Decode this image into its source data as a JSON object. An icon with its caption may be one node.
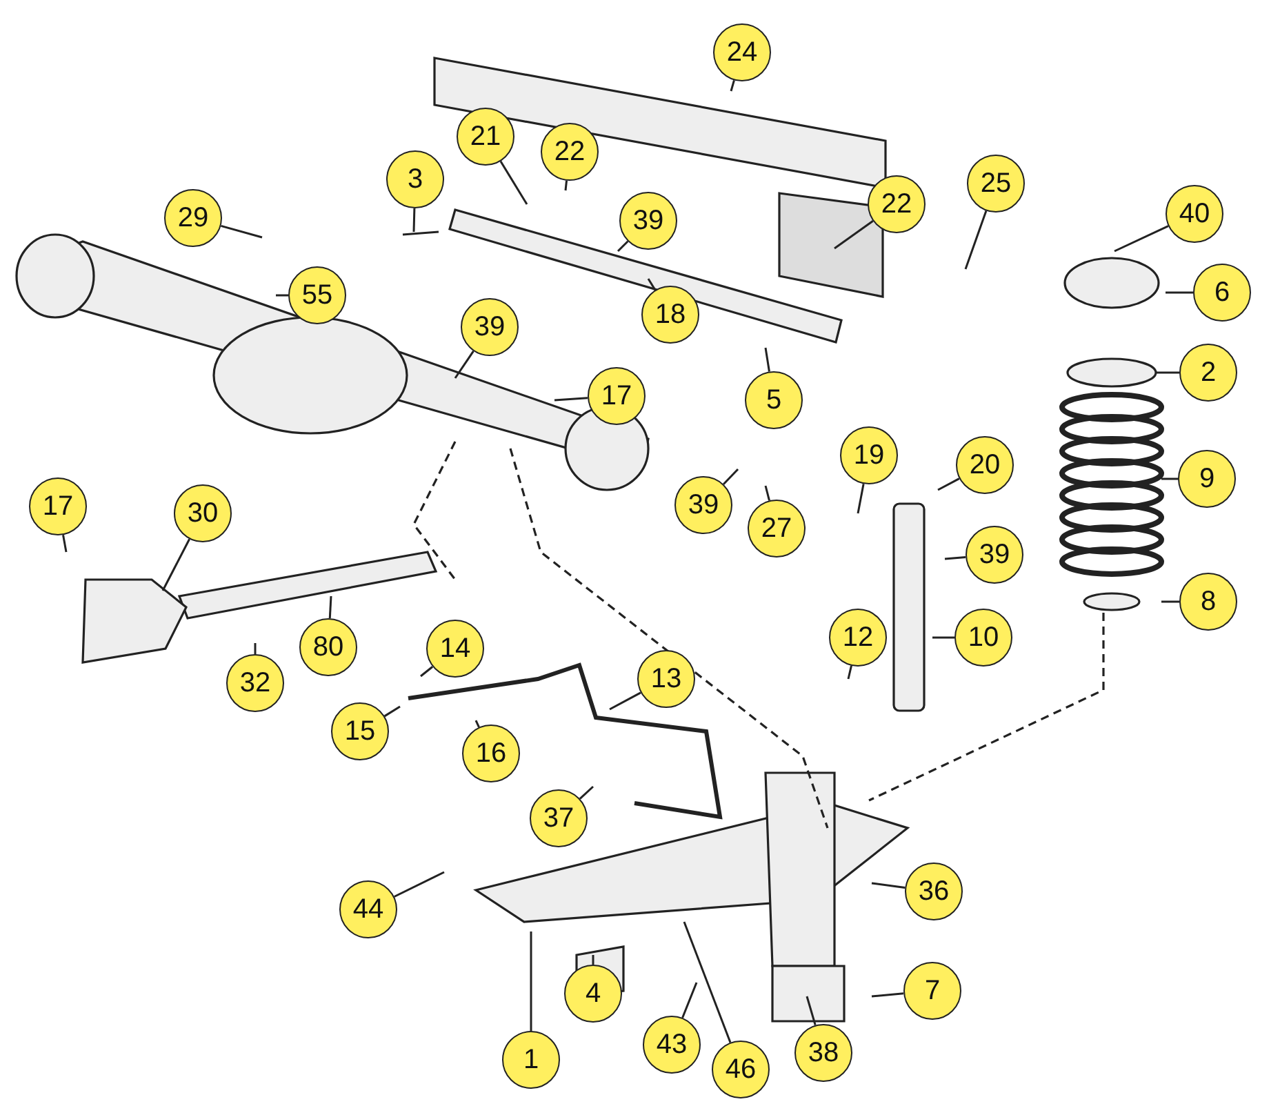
{
  "diagram": {
    "nodes": [
      {
        "text": [
          "24"
        ]
      },
      {
        "text": [
          "21"
        ]
      },
      {
        "text": [
          "3"
        ]
      },
      {
        "text": [
          "22"
        ]
      },
      {
        "text": [
          "39"
        ]
      },
      {
        "text": [
          "29"
        ]
      },
      {
        "text": [
          "22"
        ]
      },
      {
        "text": [
          "25"
        ]
      },
      {
        "text": [
          "40"
        ]
      },
      {
        "text": [
          "6"
        ]
      },
      {
        "text": [
          "55"
        ]
      },
      {
        "text": [
          "18"
        ]
      },
      {
        "text": [
          "39"
        ]
      },
      {
        "text": [
          "5"
        ]
      },
      {
        "text": [
          "2"
        ]
      },
      {
        "text": [
          "17"
        ]
      },
      {
        "text": [
          "19"
        ]
      },
      {
        "text": [
          "20"
        ]
      },
      {
        "text": [
          "9"
        ]
      },
      {
        "text": [
          "17"
        ]
      },
      {
        "text": [
          "30"
        ]
      },
      {
        "text": [
          "39"
        ]
      },
      {
        "text": [
          "27"
        ]
      },
      {
        "text": [
          "39"
        ]
      },
      {
        "text": [
          "8"
        ]
      },
      {
        "text": [
          "80"
        ]
      },
      {
        "text": [
          "12"
        ]
      },
      {
        "text": [
          "10"
        ]
      },
      {
        "text": [
          "14"
        ]
      },
      {
        "text": [
          "32"
        ]
      },
      {
        "text": [
          "13"
        ]
      },
      {
        "text": [
          "15"
        ]
      },
      {
        "text": [
          "16"
        ]
      },
      {
        "text": [
          "37"
        ]
      },
      {
        "text": [
          "36"
        ]
      },
      {
        "text": [
          "44"
        ]
      },
      {
        "text": [
          "4"
        ]
      },
      {
        "text": [
          "7"
        ]
      },
      {
        "text": [
          "1"
        ]
      },
      {
        "text": [
          "43"
        ]
      },
      {
        "text": [
          "46"
        ]
      },
      {
        "text": [
          "38"
        ]
      }
    ],
    "edges": [
      {
        "from": 0,
        "to": null,
        "arrow": "none"
      },
      {
        "from": 1,
        "to": null,
        "arrow": "none"
      },
      {
        "from": 2,
        "to": null,
        "arrow": "none"
      },
      {
        "from": 3,
        "to": null,
        "arrow": "none"
      },
      {
        "from": 4,
        "to": null,
        "arrow": "none"
      },
      {
        "from": 5,
        "to": null,
        "arrow": "none"
      },
      {
        "from": 6,
        "to": null,
        "arrow": "none"
      },
      {
        "from": 7,
        "to": null,
        "arrow": "none"
      },
      {
        "from": 8,
        "to": null,
        "arrow": "none"
      },
      {
        "from": 9,
        "to": null,
        "arrow": "none"
      },
      {
        "from": 10,
        "to": null,
        "arrow": "none"
      },
      {
        "from": 11,
        "to": null,
        "arrow": "none"
      },
      {
        "from": 12,
        "to": null,
        "arrow": "none"
      },
      {
        "from": 13,
        "to": null,
        "arrow": "none"
      },
      {
        "from": 14,
        "to": null,
        "arrow": "none"
      },
      {
        "from": 15,
        "to": null,
        "arrow": "none"
      },
      {
        "from": 16,
        "to": null,
        "arrow": "none"
      },
      {
        "from": 17,
        "to": null,
        "arrow": "none"
      },
      {
        "from": 18,
        "to": null,
        "arrow": "none"
      },
      {
        "from": 19,
        "to": null,
        "arrow": "none"
      },
      {
        "from": 20,
        "to": null,
        "arrow": "none"
      },
      {
        "from": 21,
        "to": null,
        "arrow": "none"
      },
      {
        "from": 22,
        "to": null,
        "arrow": "none"
      },
      {
        "from": 23,
        "to": null,
        "arrow": "none"
      },
      {
        "from": 24,
        "to": null,
        "arrow": "none"
      },
      {
        "from": 25,
        "to": null,
        "arrow": "none"
      },
      {
        "from": 26,
        "to": null,
        "arrow": "none"
      },
      {
        "from": 27,
        "to": null,
        "arrow": "none"
      },
      {
        "from": 28,
        "to": null,
        "arrow": "none"
      },
      {
        "from": 29,
        "to": null,
        "arrow": "none"
      },
      {
        "from": 30,
        "to": null,
        "arrow": "none"
      },
      {
        "from": 31,
        "to": null,
        "arrow": "none"
      },
      {
        "from": 32,
        "to": null,
        "arrow": "none"
      },
      {
        "from": 33,
        "to": null,
        "arrow": "none"
      },
      {
        "from": 34,
        "to": null,
        "arrow": "none"
      },
      {
        "from": 35,
        "to": null,
        "arrow": "none"
      },
      {
        "from": 36,
        "to": null,
        "arrow": "none"
      },
      {
        "from": 37,
        "to": null,
        "arrow": "none"
      },
      {
        "from": 38,
        "to": null,
        "arrow": "none"
      },
      {
        "from": 39,
        "to": null,
        "arrow": "none"
      },
      {
        "from": 40,
        "to": null,
        "arrow": "none"
      },
      {
        "from": 41,
        "to": null,
        "arrow": "none"
      }
    ]
  }
}
